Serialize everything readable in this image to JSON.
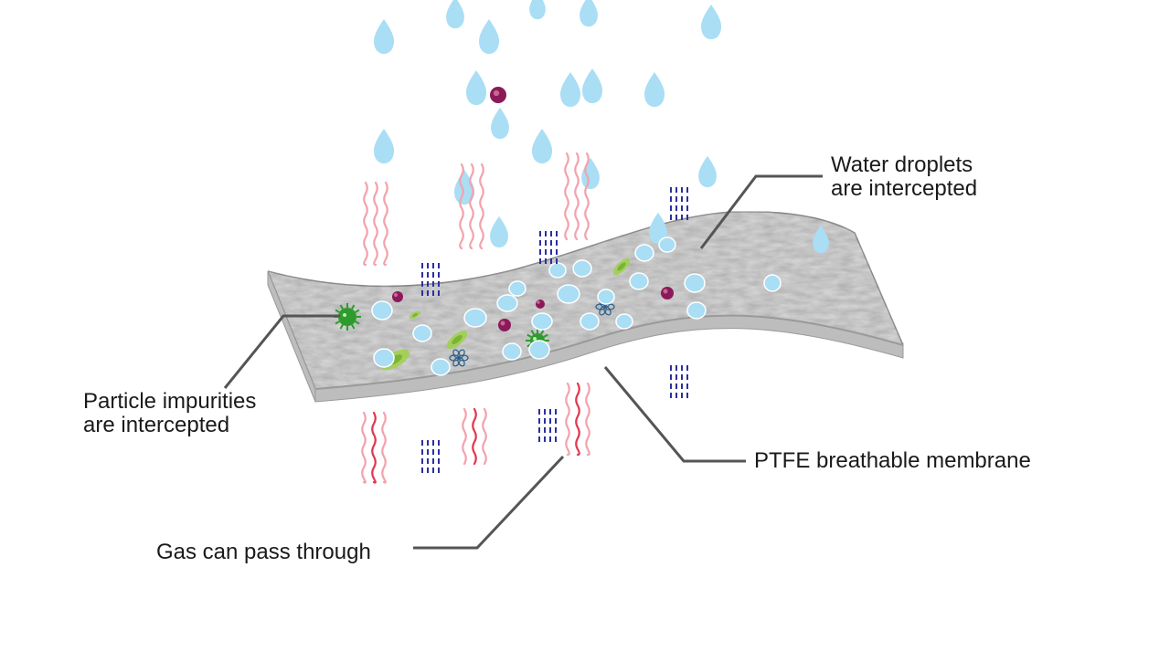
{
  "labels": {
    "water": {
      "line1": "Water droplets",
      "line2": "are intercepted"
    },
    "particle": {
      "line1": "Particle impurities",
      "line2": "are intercepted"
    },
    "membrane": "PTFE breathable membrane",
    "gas": "Gas can pass through"
  },
  "colors": {
    "droplet": "#a9def5",
    "droplet_edge": "#8fd0ee",
    "membrane_top": "#d9d9d9",
    "membrane_edge": "#9a9a9a",
    "membrane_side": "#bdbdbd",
    "gas_red": "#e0394f",
    "gas_pink": "#f2a3ad",
    "gas_blue": "#2b2fa0",
    "virus_green": "#2e9b2e",
    "microbe_purple": "#8b1a5a",
    "mold_green": "#9fd04a",
    "leader_line": "#555555"
  },
  "icons": {
    "droplet": "droplet-icon",
    "virus": "virus-icon",
    "bacteria": "bacteria-icon",
    "pollen": "pollen-icon",
    "mold": "mold-spore-icon",
    "gas_wave": "gas-wave-icon",
    "gas_dash": "gas-dash-icon"
  }
}
